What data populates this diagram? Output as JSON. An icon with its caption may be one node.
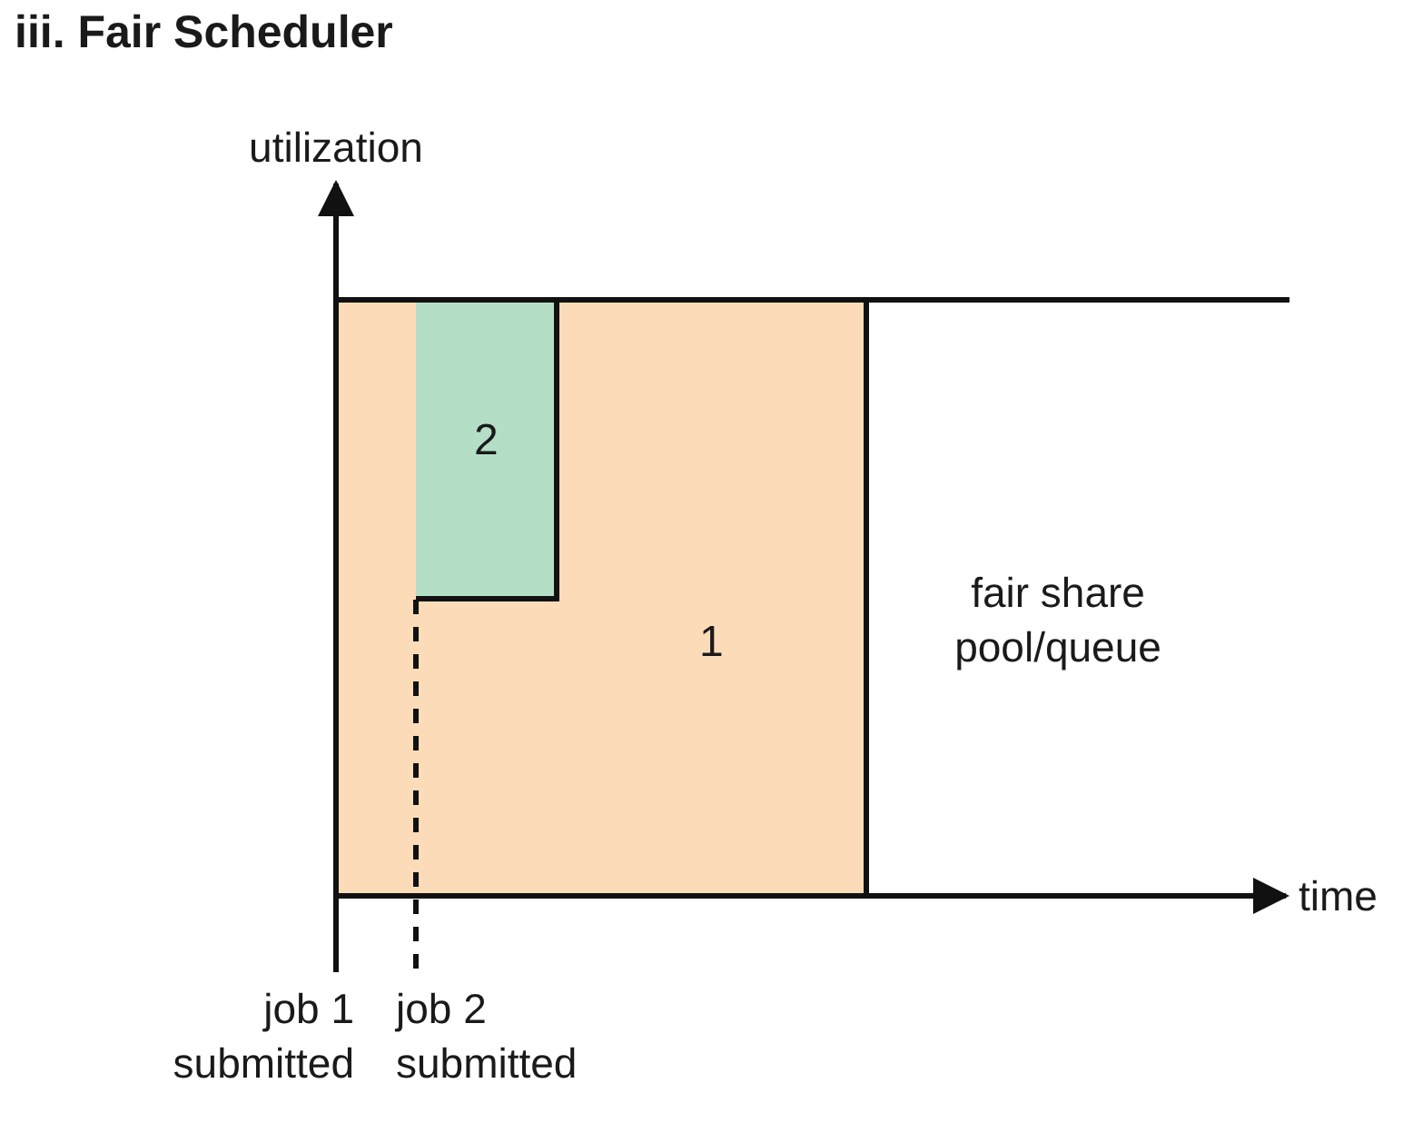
{
  "diagram": {
    "title": "iii. Fair Scheduler",
    "nodes": [
      {
        "text": [
          "1"
        ]
      },
      {
        "text": [
          "2"
        ],
        "in": 0
      }
    ],
    "edges": [],
    "labels": [
      "utilization",
      "fair share pool/queue",
      "time",
      "job 1 submitted",
      "job 2 submitted"
    ]
  }
}
